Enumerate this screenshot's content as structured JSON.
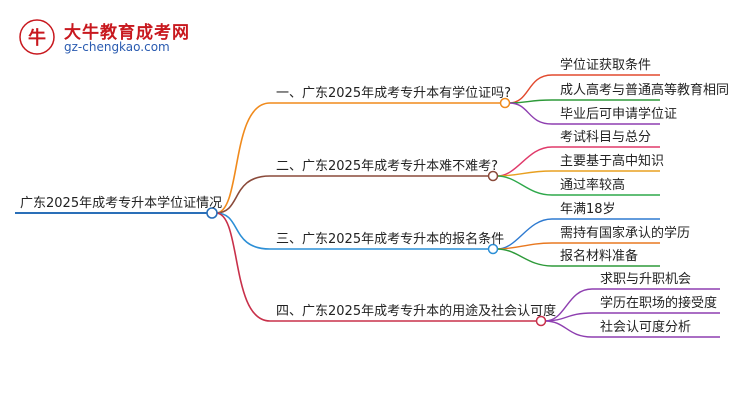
{
  "logo": {
    "title": "大牛教育成考网",
    "url": "gz-chengkao.com"
  },
  "mindmap": {
    "root": "广东2025年成考专升本学位证情况",
    "branches": [
      {
        "label": "一、广东2025年成考专升本有学位证吗?",
        "color": "#f08a1c",
        "children": [
          "学位证获取条件",
          "成人高考与普通高等教育相同",
          "毕业后可申请学位证"
        ]
      },
      {
        "label": "二、广东2025年成考专升本难不难考?",
        "color": "#8a4a3a",
        "children": [
          "考试科目与总分",
          "主要基于高中知识",
          "通过率较高"
        ]
      },
      {
        "label": "三、广东2025年成考专升本的报名条件",
        "color": "#2c8fd6",
        "children": [
          "年满18岁",
          "需持有国家承认的学历",
          "报名材料准备"
        ]
      },
      {
        "label": "四、广东2025年成考专升本的用途及社会认可度",
        "color": "#c8304a",
        "children": [
          "求职与升职机会",
          "学历在职场的接受度",
          "社会认可度分析"
        ]
      }
    ],
    "child_colors": [
      [
        "#e24a2e",
        "#2e9a3a",
        "#8e3fb0"
      ],
      [
        "#e03a6a",
        "#e8a020",
        "#2ea84a"
      ],
      [
        "#2e7ad0",
        "#e87820",
        "#2e9a3a"
      ],
      [
        "#8e3fb0",
        "#8e3fb0",
        "#8e3fb0"
      ]
    ],
    "root_color": "#2a6fb8"
  }
}
